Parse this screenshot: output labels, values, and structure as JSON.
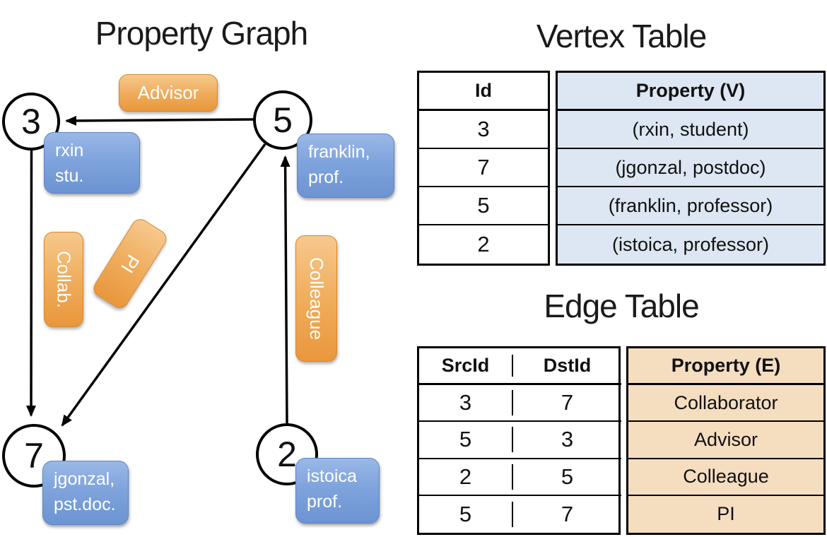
{
  "titles": {
    "graph": "Property Graph",
    "vertex_table": "Vertex Table",
    "edge_table": "Edge Table"
  },
  "graph": {
    "vertices": [
      {
        "id": "3",
        "line1": "rxin",
        "line2": "stu."
      },
      {
        "id": "5",
        "line1": "franklin,",
        "line2": "prof."
      },
      {
        "id": "7",
        "line1": "jgonzal,",
        "line2": "pst.doc."
      },
      {
        "id": "2",
        "line1": "istoica",
        "line2": "prof."
      }
    ],
    "edge_labels": {
      "advisor": "Advisor",
      "collab": "Collab.",
      "pi": "PI",
      "colleague": "Colleague"
    }
  },
  "vertex_table": {
    "columns": [
      "Id",
      "Property (V)"
    ],
    "rows": [
      [
        "3",
        "(rxin, student)"
      ],
      [
        "7",
        "(jgonzal, postdoc)"
      ],
      [
        "5",
        "(franklin, professor)"
      ],
      [
        "2",
        "(istoica, professor)"
      ]
    ]
  },
  "edge_table": {
    "columns": [
      "SrcId",
      "DstId",
      "Property (E)"
    ],
    "rows": [
      [
        "3",
        "7",
        "Collaborator"
      ],
      [
        "5",
        "3",
        "Advisor"
      ],
      [
        "2",
        "5",
        "Colleague"
      ],
      [
        "5",
        "7",
        "PI"
      ]
    ]
  },
  "colors": {
    "edge_label_orange": "#ED9C40",
    "vertex_label_blue": "#7FA3DC",
    "vertex_table_property_bg": "#DDE7F3",
    "edge_table_property_bg": "#F5DDC0",
    "line_black": "#000000"
  }
}
